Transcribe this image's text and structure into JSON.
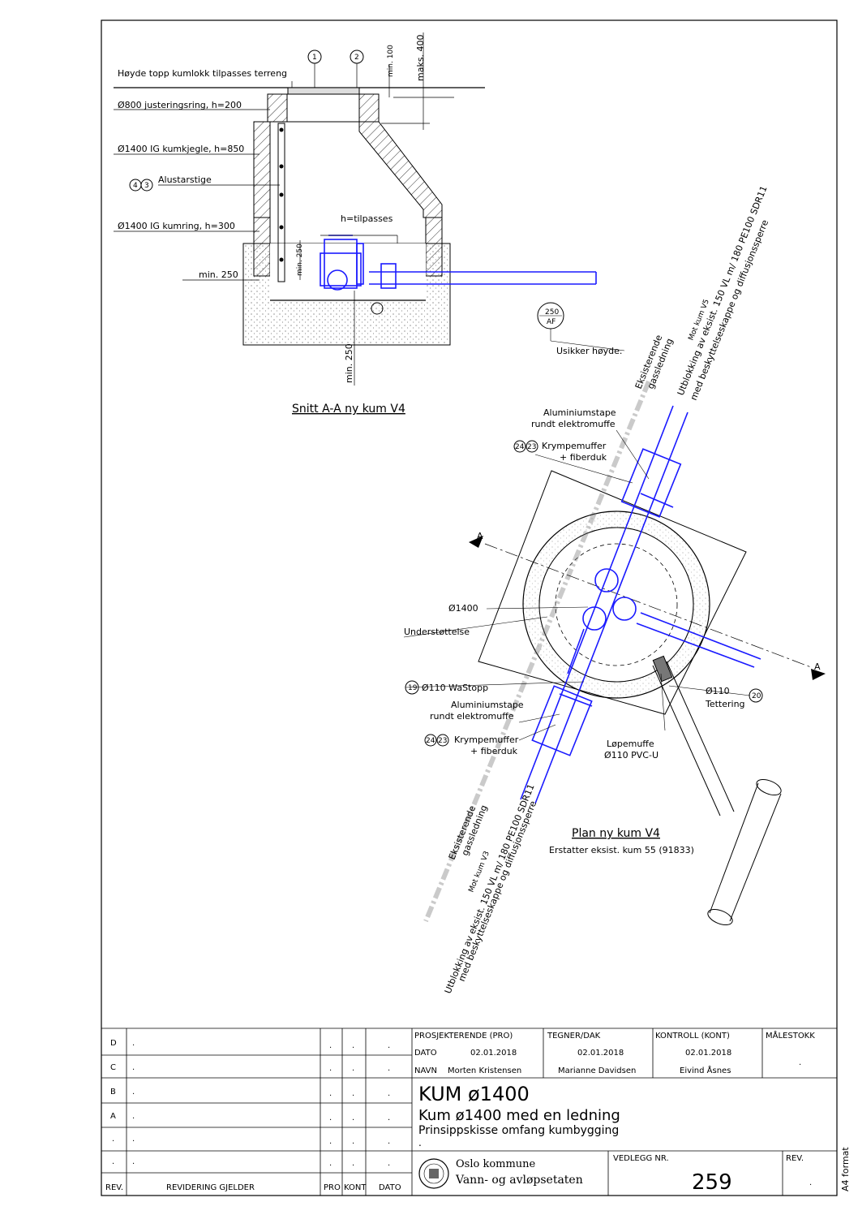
{
  "section": {
    "title": "Snitt A-A ny kum V4",
    "labels": {
      "terrain": "Høyde topp kumlokk tilpasses terreng",
      "ring800": "Ø800 justeringsring, h=200",
      "cone": "Ø1400 IG kumkjegle, h=850",
      "ladder": "Alustarstige",
      "ring1400": "Ø1400 IG kumring, h=300",
      "min250_left": "min. 250",
      "h_adjust": "h=tilpasses",
      "min250_v": "min. 250",
      "min250_bottom": "min. 250",
      "min100": "min. 100",
      "max400": "maks. 400",
      "uncertain": "Usikker høyde.",
      "badge_top": "250",
      "badge_bottom": "AF",
      "callout1": "1",
      "callout2": "2",
      "callout4": "4",
      "callout3": "3"
    }
  },
  "plan": {
    "title": "Plan ny kum V4",
    "subtitle": "Erstatter eksist. kum 55 (91833)",
    "labels": {
      "gas_top": "Eksisterende",
      "gas_top2": "gassledning",
      "pipe_top1": "Utblokking av eksist. 150 VL m/ 180 PE100 SDR11",
      "pipe_top2": "med beskyttelseskappe og diffusjonssperre",
      "pipe_top3": "Mot kum V5",
      "alu_top1": "Aluminiumstape",
      "alu_top2": "rundt elektromuffe",
      "krymp_top1": "Krympemuffer",
      "krymp_top2": "+ fiberduk",
      "diam": "Ø1400",
      "support": "Understøttelse",
      "wastopp": "Ø110 WaStopp",
      "alu_bot1": "Aluminiumstape",
      "alu_bot2": "rundt elektromuffe",
      "krymp_bot1": "Krympemuffer",
      "krymp_bot2": "+ fiberduk",
      "lopemuffe1": "Løpemuffe",
      "lopemuffe2": "Ø110 PVC-U",
      "tett1": "Ø110",
      "tett2": "Tettering",
      "gas_bot": "Eksisterende",
      "gas_bot2": "gassledning",
      "pipe_bot1": "Utblokking av eksist. 150 VL m/ 180 PE100 SDR11",
      "pipe_bot2": "med beskyttelseskappe og diffusjonssperre",
      "pipe_bot3": "Mot kum V3",
      "section_marker": "A",
      "c19": "19",
      "c20": "20",
      "c24": "24",
      "c23": "23"
    }
  },
  "titleblock": {
    "rows": [
      {
        "rev": "D",
        "text": "."
      },
      {
        "rev": "C",
        "text": "."
      },
      {
        "rev": "B",
        "text": "."
      },
      {
        "rev": "A",
        "text": "."
      },
      {
        "rev": ".",
        "text": "."
      },
      {
        "rev": ".",
        "text": "."
      }
    ],
    "dot": ".",
    "headers": {
      "rev": "REV.",
      "revision": "REVIDERING GJELDER",
      "pro": "PRO",
      "kont": "KONT",
      "dato": "DATO"
    },
    "roles": {
      "pro": "PROSJEKTERENDE (PRO)",
      "tegner": "TEGNER/DAK",
      "kontroll": "KONTROLL (KONT)",
      "scale": "MÅLESTOKK"
    },
    "dato_label": "DATO",
    "navn_label": "NAVN",
    "dates": [
      "02.01.2018",
      "02.01.2018",
      "02.01.2018"
    ],
    "names": [
      "Morten Kristensen",
      "Marianne Davidsen",
      "Eivind Åsnes"
    ],
    "scale_value": ".",
    "title1": "KUM ø1400",
    "title2": "Kum ø1400 med en ledning",
    "title3": "Prinsippskisse omfang kumbygging",
    "title4": ".",
    "org1": "Oslo kommune",
    "org2": "Vann- og avløpsetaten",
    "vedlegg_label": "VEDLEGG NR.",
    "vedlegg_value": "259",
    "rev_label": "REV.",
    "rev_value": ".",
    "format": "A4 format"
  },
  "colors": {
    "line": "#000000",
    "pipe": "#1a1aff"
  }
}
